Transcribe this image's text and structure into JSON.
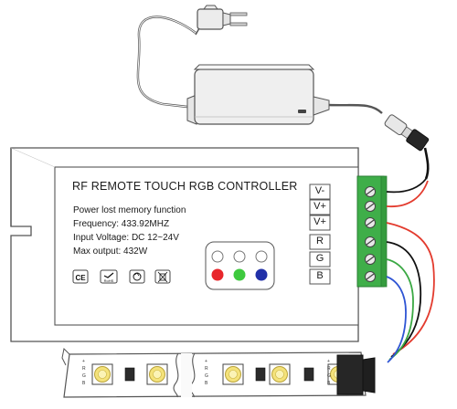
{
  "controller": {
    "title": "RF REMOTE TOUCH RGB CONTROLLER",
    "specs": [
      "Power lost memory function",
      "Frequency: 433.92MHZ",
      "Input Voltage: DC 12~24V",
      "Max output: 432W"
    ],
    "terminals": [
      "V-",
      "V+",
      "V+",
      "R",
      "G",
      "B"
    ],
    "indicator_colors": {
      "red": "#e8262b",
      "green": "#3ec93e",
      "blue": "#2130a8"
    },
    "terminal_block_color": "#3fae49",
    "certifications": {
      "ce": "CE",
      "rohs": "RoHS",
      "recycle_icon": "recycle-icon",
      "weee_icon": "crossed-bin-icon"
    }
  },
  "strip": {
    "pin_labels": [
      "+",
      "R",
      "G",
      "B"
    ]
  },
  "wires": {
    "red": "#e33b2e",
    "green": "#3aa843",
    "blue": "#2f55d4",
    "black": "#111111"
  }
}
